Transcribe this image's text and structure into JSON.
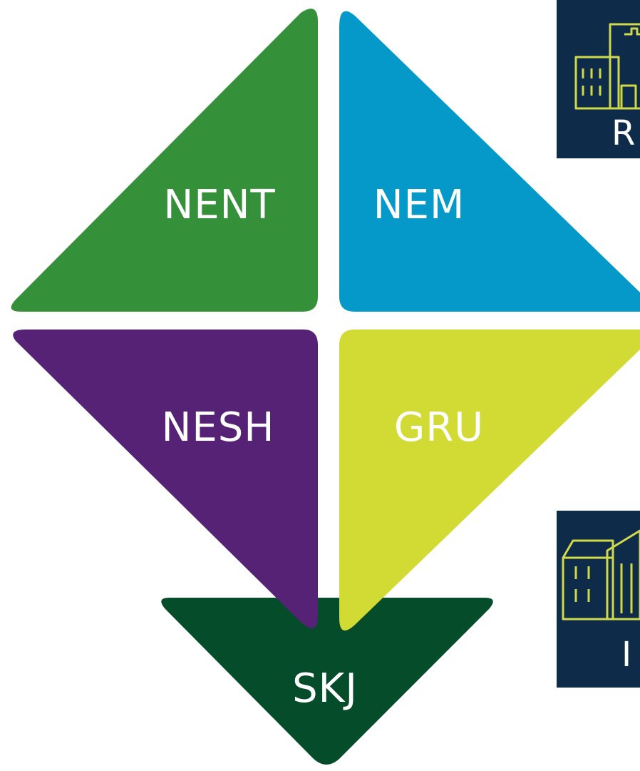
{
  "diagram": {
    "triangles": [
      {
        "id": "nent",
        "label": "NENT",
        "color": "#34913a"
      },
      {
        "id": "nem",
        "label": "NEM",
        "color": "#0499c8"
      },
      {
        "id": "nesh",
        "label": "NESH",
        "color": "#552275"
      },
      {
        "id": "gru",
        "label": "GRU",
        "color": "#d2da34"
      },
      {
        "id": "skj",
        "label": "SKJ",
        "color": "#054c2b"
      }
    ]
  },
  "cards": [
    {
      "id": "hospital",
      "label_visible": "R",
      "icon": "hospital-building-icon",
      "bg": "#0f2b4a"
    },
    {
      "id": "institution",
      "label_visible": "I",
      "icon": "classical-building-icon",
      "bg": "#0f2b4a"
    }
  ],
  "colors": {
    "icon_stroke": "#cfd94a",
    "background": "#ffffff"
  }
}
